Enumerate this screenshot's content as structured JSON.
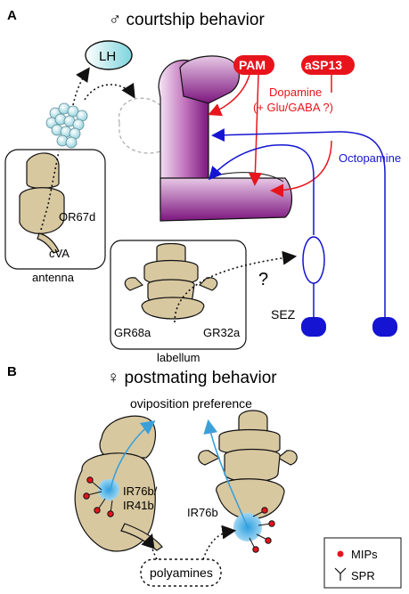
{
  "panel_a": {
    "letter": "A",
    "title": "♂ courtship behavior",
    "lh": "LH",
    "pam": "PAM",
    "asp13": "aSP13",
    "dopamine": "Dopamine",
    "glu_gaba": "(+ Glu/GABA ?)",
    "octopamine": "Octopamine",
    "or67d": "OR67d",
    "cva": "cVA",
    "antenna": "antenna",
    "question": "?",
    "sez": "SEZ",
    "gr68a": "GR68a",
    "gr32a": "GR32a",
    "labellum": "labellum"
  },
  "panel_b": {
    "letter": "B",
    "title": "♀ postmating behavior",
    "oviposition": "oviposition preference",
    "ir76b_ir41b_line1": "IR76b/",
    "ir76b_ir41b_line2": "IR41b",
    "ir76b": "IR76b",
    "polyamines": "polyamines",
    "legend_mips": "MIPs",
    "legend_spr": "SPR"
  },
  "colors": {
    "red": "#e8141c",
    "blue": "#1414d2",
    "light_blue": "#3ba0d8",
    "tan": "#d8c8a0",
    "purple": "#8a1e8c"
  }
}
